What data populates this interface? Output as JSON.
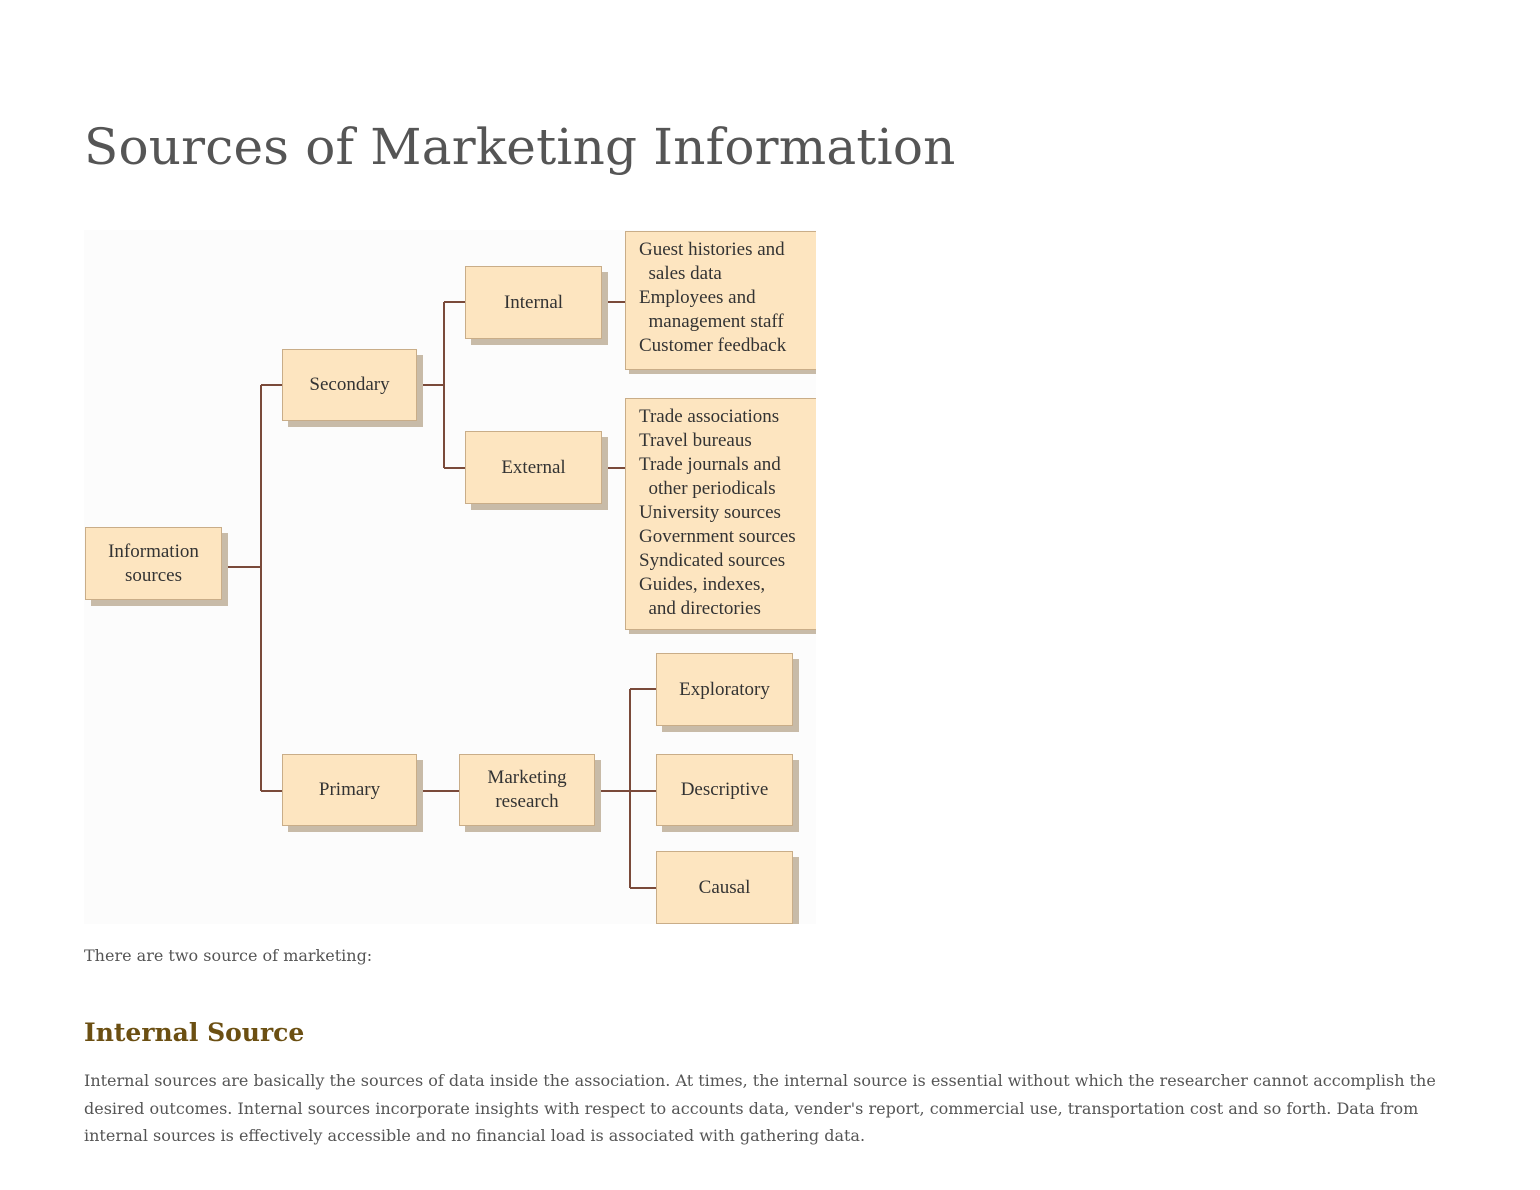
{
  "title": "Sources of Marketing Information",
  "diagram": {
    "root": "Information sources",
    "secondary": "Secondary",
    "primary": "Primary",
    "internal": "Internal",
    "external": "External",
    "internal_items": "Guest histories and\n  sales data\nEmployees and\n  management staff\nCustomer feedback",
    "external_items": "Trade associations\nTravel bureaus\nTrade journals and\n  other periodicals\nUniversity sources\nGovernment sources\nSyndicated sources\nGuides, indexes,\n  and directories",
    "marketing_research": "Marketing research",
    "exploratory": "Exploratory",
    "descriptive": "Descriptive",
    "causal": "Causal",
    "line_color": "#7a4a3a",
    "box_color": "#fde5c0"
  },
  "intro": "There are two source of marketing:",
  "section": {
    "heading": "Internal Source",
    "body": "Internal sources are basically the sources of data inside the association. At times, the internal source is essential without which the researcher cannot accomplish the desired outcomes. Internal sources incorporate insights with respect to accounts data, vender's report, commercial use, transportation cost and so forth. Data from internal sources is effectively accessible and no financial load is associated with gathering data."
  }
}
